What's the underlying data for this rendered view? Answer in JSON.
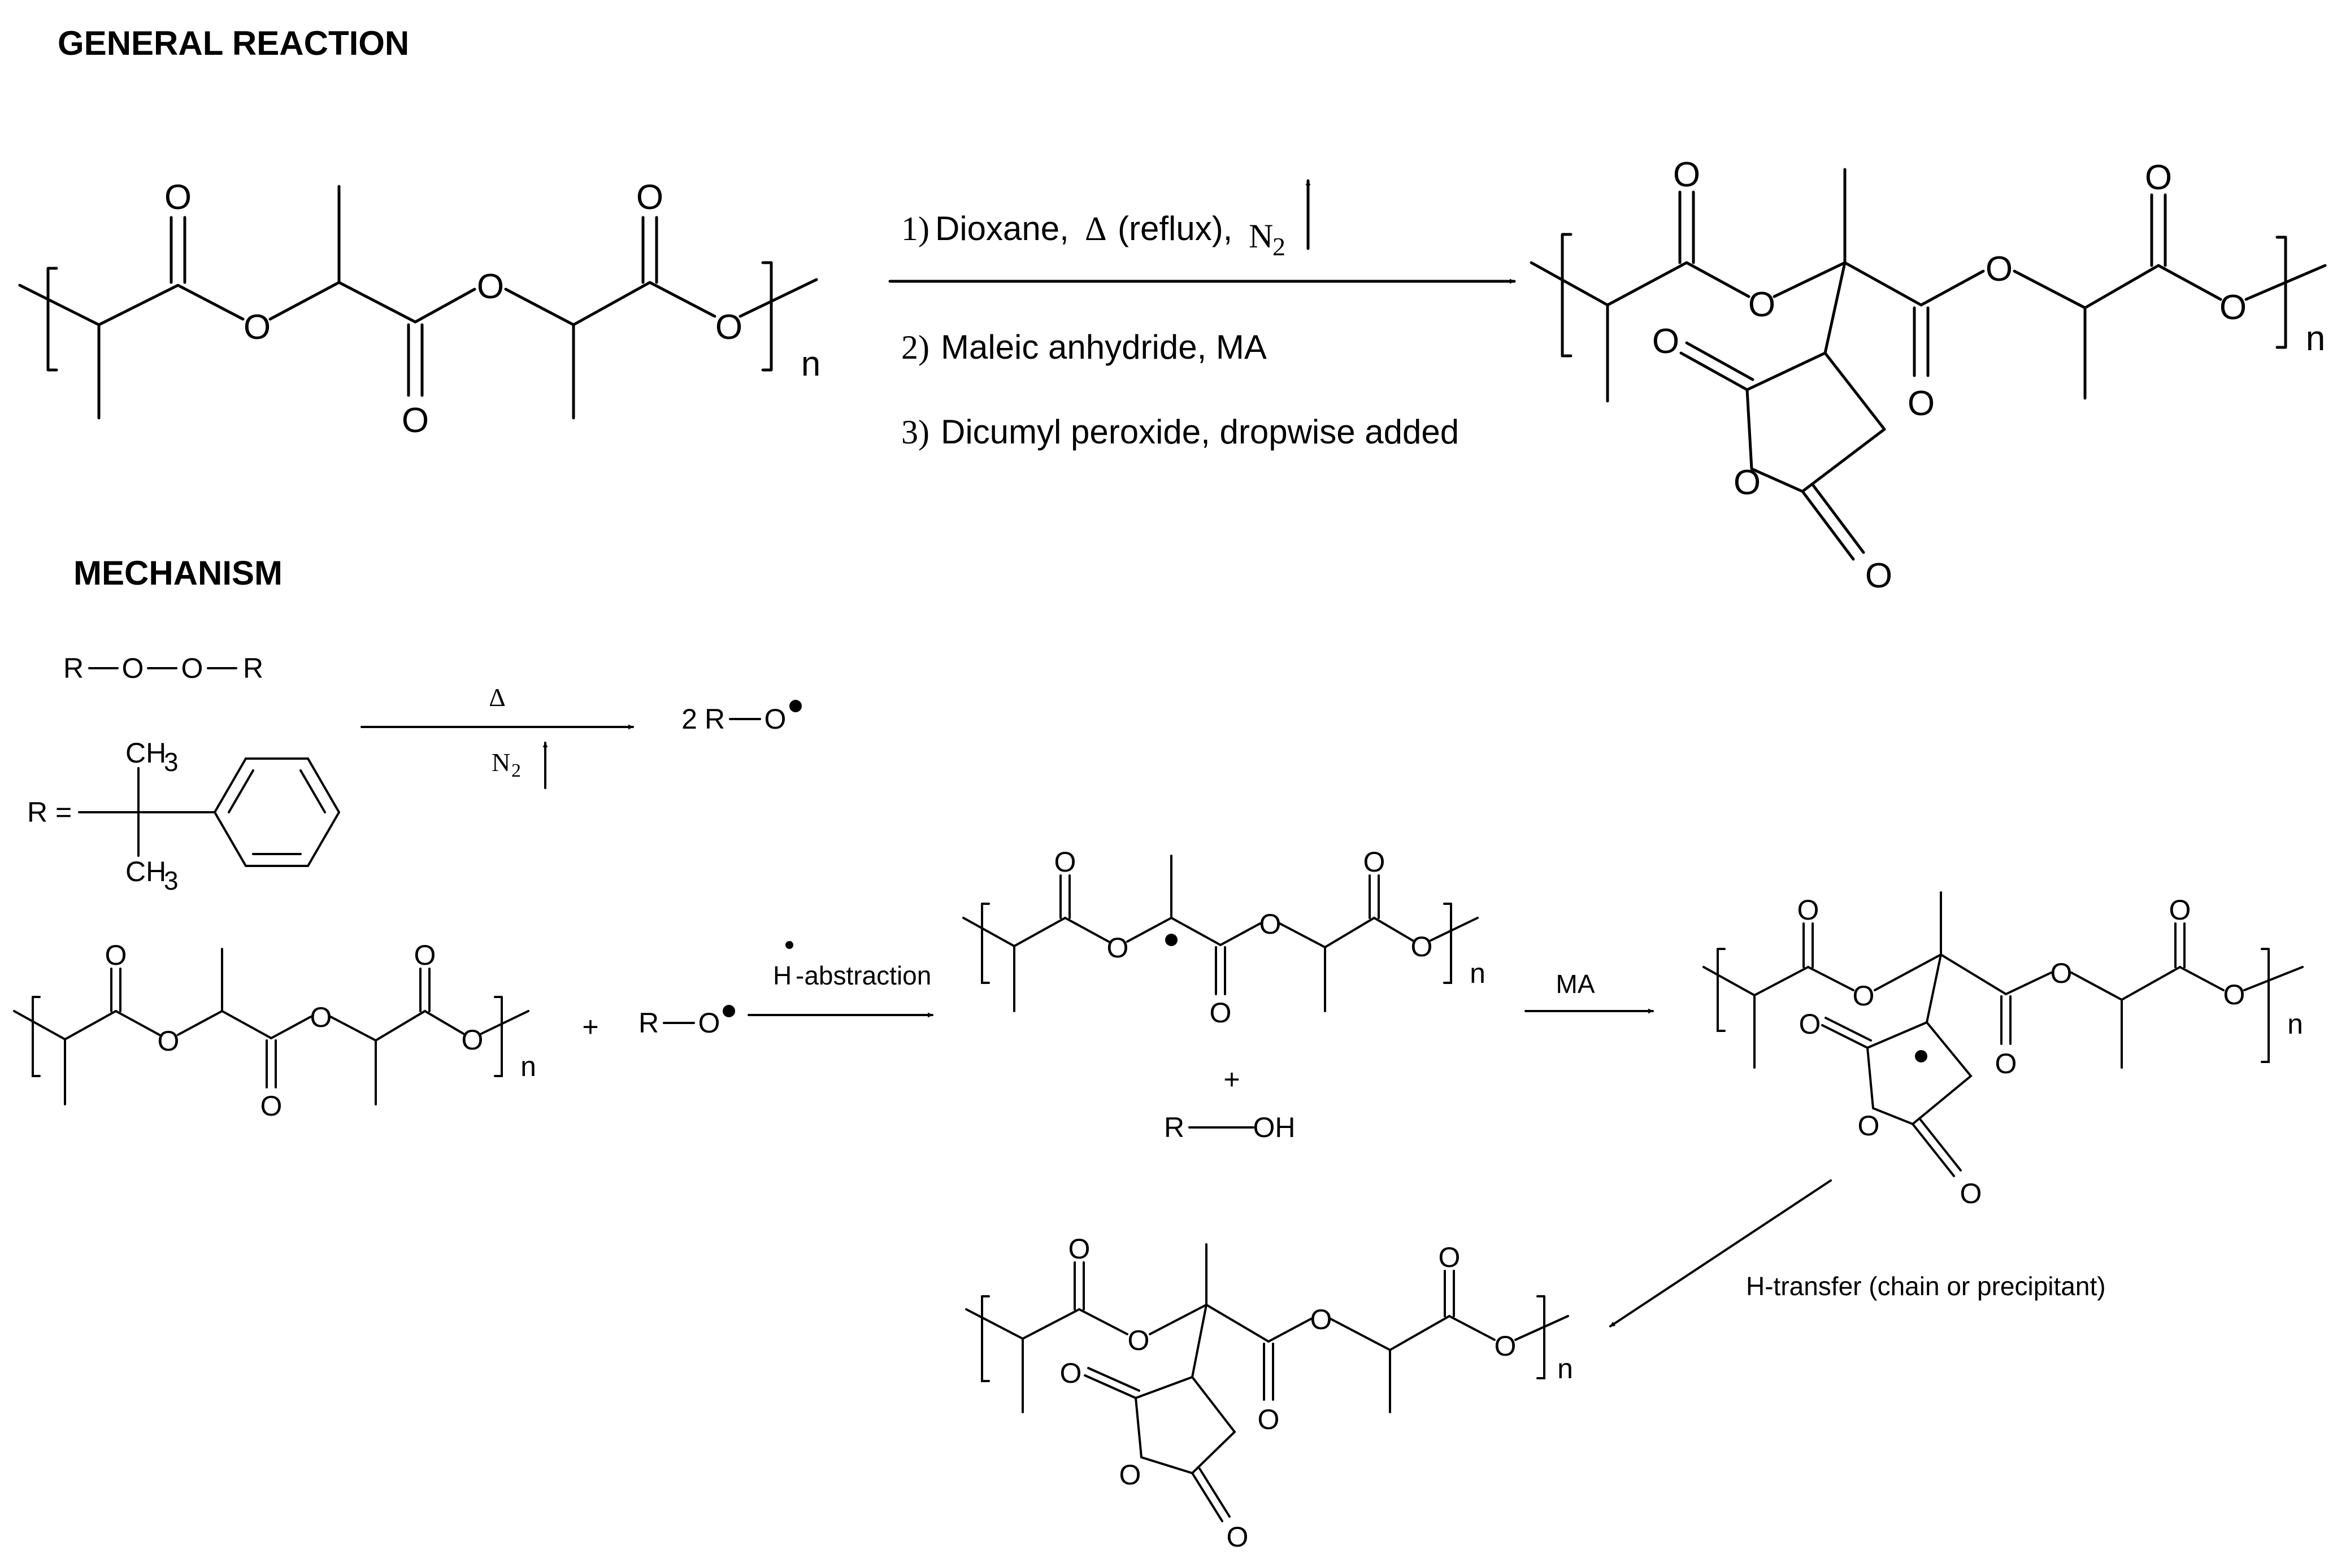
{
  "headings": {
    "general": "GENERAL REACTION",
    "mechanism": "MECHANISM"
  },
  "atoms": {
    "oxygen": "O",
    "radical_R": "R",
    "n": "n",
    "ch3": "CH",
    "ch3_sub": "3",
    "r_equals": "R =",
    "two": "2",
    "oh": "OH",
    "h": "H",
    "plus": "+"
  },
  "general_conditions": {
    "step1_num": "1)",
    "step1": "Dioxane,",
    "delta": "Δ",
    "step1_tail": "(reflux),",
    "n2": "N",
    "n2_sub": "2",
    "step2_num": "2)",
    "step2": "Maleic anhydride, MA",
    "step3_num": "3)",
    "step3": "Dicumyl peroxide, dropwise added"
  },
  "mechanism_labels": {
    "delta": "Δ",
    "n2": "N",
    "n2_sub": "2",
    "abstraction": "-abstraction",
    "ma": "MA",
    "h_transfer": "H-transfer (chain or precipitant)"
  }
}
